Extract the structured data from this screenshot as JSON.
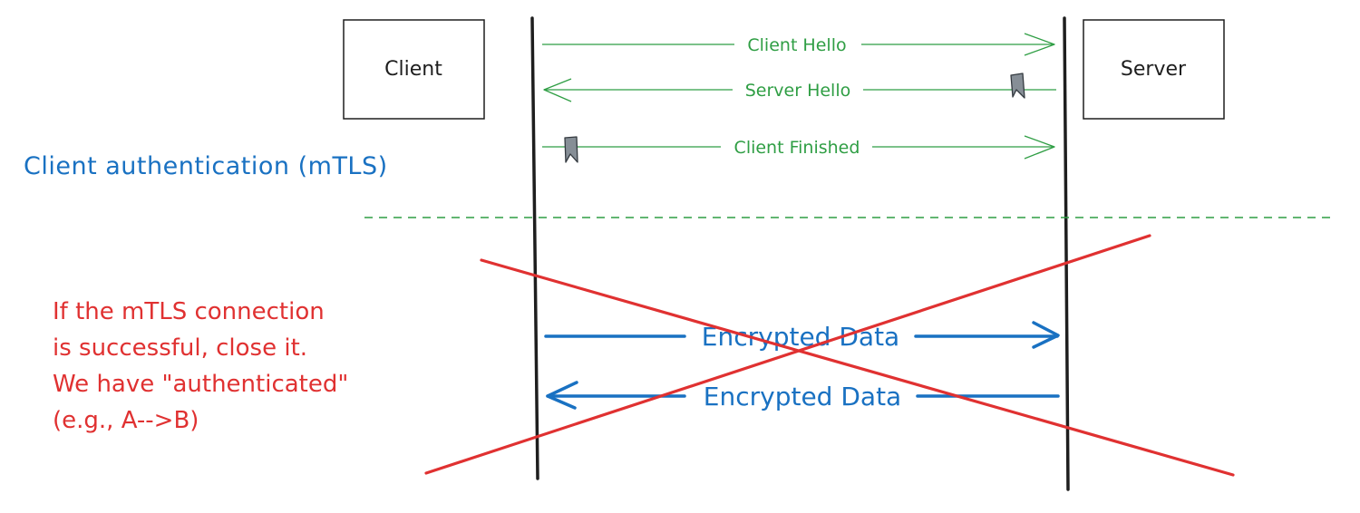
{
  "participants": {
    "client": "Client",
    "server": "Server"
  },
  "messages": {
    "client_hello": "Client Hello",
    "server_hello": "Server Hello",
    "client_finished": "Client Finished",
    "encrypted_to_server": "Encrypted Data",
    "encrypted_to_client": "Encrypted Data"
  },
  "side_labels": {
    "client_auth": "Client authentication (mTLS)"
  },
  "note": {
    "lines": [
      "If the mTLS connection",
      "is successful, close it.",
      "We have \"authenticated\"",
      "(e.g., A-->B)"
    ]
  },
  "colors": {
    "green": "#2f9e44",
    "blue": "#1971c2",
    "red": "#e03131",
    "black": "#1e1e1e",
    "flag": "#868e96"
  },
  "icons": [
    "bookmark-icon",
    "bookmark-icon"
  ]
}
